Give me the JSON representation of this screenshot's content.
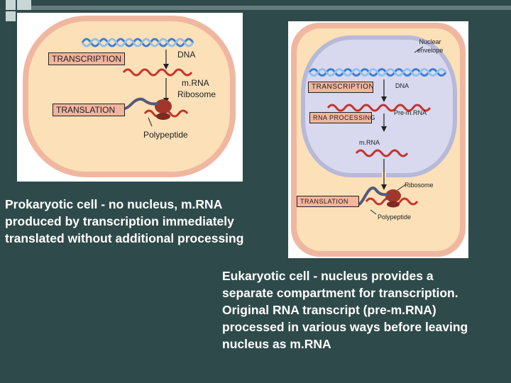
{
  "prokaryote": {
    "transcription_label": "TRANSCRIPTION",
    "dna_label": "DNA",
    "mrna_label": "m.RNA",
    "ribosome_label": "Ribosome",
    "translation_label": "TRANSLATION",
    "polypeptide_label": "Polypeptide",
    "caption": "Prokaryotic cell - no nucleus, m.RNA produced by transcription immediately translated without additional processing"
  },
  "eukaryote": {
    "nuclear_envelope_label": "Nuclear envelope",
    "transcription_label": "TRANSCRIPTION",
    "dna_label": "DNA",
    "rna_processing_label": "RNA PROCESSING",
    "pre_mrna_label": "Pre-m.RNA",
    "mrna_label": "m.RNA",
    "ribosome_label": "Ribosome",
    "translation_label": "TRANSLATION",
    "polypeptide_label": "Polypeptide",
    "caption": "Eukaryotic cell - nucleus provides a separate compartment for transcription. Original RNA transcript (pre-m.RNA) processed in various ways before leaving nucleus as m.RNA"
  },
  "colors": {
    "background": "#2f4a4a",
    "cytoplasm": "#fbe0b8",
    "cell_membrane": "#f0b7a0",
    "nucleus": "#cfd0e8",
    "dna": "#3b7fd4",
    "mrna": "#c8322a",
    "label_box": "#f2b59e"
  }
}
